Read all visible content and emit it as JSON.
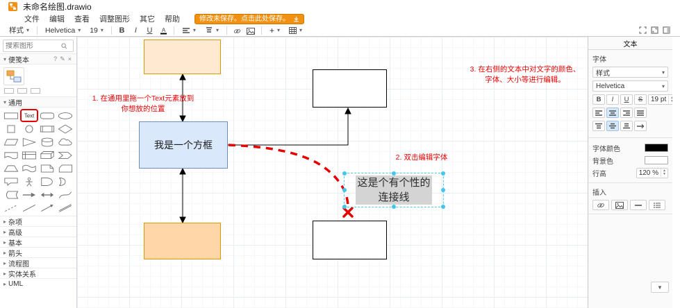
{
  "titlebar": {
    "title": "未命名绘图.drawio"
  },
  "menubar": {
    "items": [
      "文件",
      "编辑",
      "查看",
      "调整图形",
      "其它",
      "帮助"
    ],
    "save_badge": "修改未保存。点击此处保存。"
  },
  "toolbar": {
    "style": "样式",
    "font_family": "Helvetica",
    "font_size": "19"
  },
  "sidebar": {
    "search_placeholder": "搜索图形",
    "scratchpad_title": "便笺本",
    "general_title": "通用",
    "text_shape_label": "Text",
    "highlighted_shape": "text",
    "shapes": [
      "rectangle",
      "text",
      "rounded-rectangle",
      "ellipse",
      "square",
      "circle",
      "process",
      "diamond",
      "parallelogram",
      "triangle",
      "cylinder",
      "cloud",
      "document",
      "internal-storage",
      "cube",
      "step",
      "trapezoid",
      "tape",
      "note",
      "card",
      "callout",
      "actor",
      "or",
      "and",
      "data-storage",
      "arrow-right",
      "double-arrow",
      "curve",
      "dashed-line",
      "solid-line",
      "connector",
      "link"
    ],
    "sections": [
      "杂项",
      "高级",
      "基本",
      "箭头",
      "流程图",
      "实体关系",
      "UML"
    ]
  },
  "canvas": {
    "box_label": "我是一个方框",
    "connector_label": "这是个有个性的\n连接线",
    "annotations": {
      "a1": "1. 在通用里拖一个Text元素放到\n你想放的位置",
      "a2": "2. 双击编辑字体",
      "a3": "3. 在右侧的文本中对文字的颜色、\n字体、大小等进行编辑。"
    }
  },
  "format_panel": {
    "tab": "文本",
    "font_section_label": "字体",
    "style_value": "样式",
    "font_value": "Helvetica",
    "font_size_value": "19 pt",
    "font_color_label": "字体颜色",
    "background_label": "背景色",
    "line_height_label": "行高",
    "line_height_value": "120 %",
    "insert_label": "插入"
  },
  "colors": {
    "accent_orange": "#f29111",
    "box_blue_fill": "#dae8fc",
    "box_blue_stroke": "#6c8ebf",
    "box_orange_light_fill": "#ffe9d0",
    "box_orange_fill": "#ffd6a8",
    "box_orange_stroke": "#d79b00",
    "annotation_red": "#ee0000",
    "connector_red": "#e60000",
    "selection_cyan": "#41c7ec"
  }
}
